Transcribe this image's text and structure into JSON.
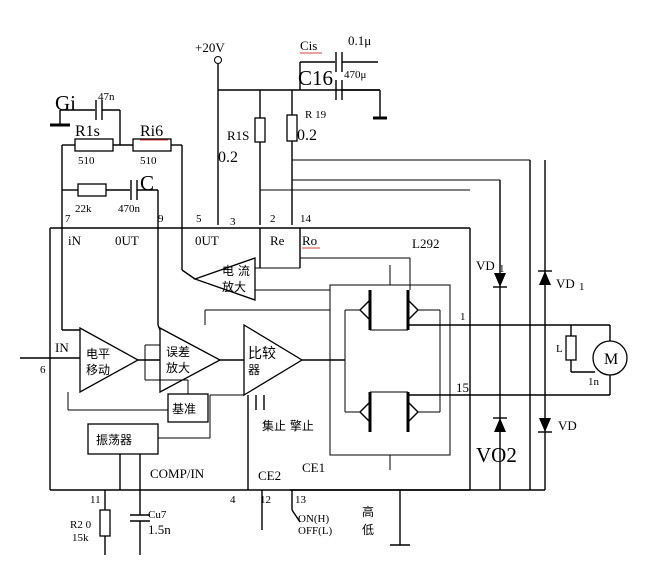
{
  "labels": {
    "supply": "+20V",
    "cis": "Cis",
    "cis_val": "0.1μ",
    "c16": "C16",
    "c16_val": "470μ",
    "r19": "R 19",
    "r19_val": "0.2",
    "r18": "R1S",
    "r18_val": "0.2",
    "gi": "Gi",
    "gi_val": "47n",
    "r1s": "R1s",
    "r16": "Ri6",
    "r1s_val": "510",
    "r16_val": "510",
    "c_big": "C",
    "r_22k": "22k",
    "c_470n": "470n",
    "pin7": "7",
    "pin9": "9",
    "pin5": "5",
    "pin3": "3",
    "pin2": "2",
    "pin14": "14",
    "pin_in_txt": "iN",
    "out1": "0UT",
    "out2": "0UT",
    "re": "Re",
    "ro": "Ro",
    "chip": "L292",
    "amp_current_1": "电 流",
    "amp_current_2": "放大",
    "vd1": "VD",
    "vd1_sub": "1",
    "vd_r": "VD",
    "vd_r_sub": "1",
    "pin1": "1",
    "pin15": "15",
    "vd2": "VO2",
    "vd3": "VD",
    "motor": "M",
    "l": "L",
    "ln": "1n",
    "in": "IN",
    "pin6": "6",
    "level_1": "电平",
    "level_2": "移动",
    "err_1": "误差",
    "err_2": "放大",
    "cmp_1": "比较",
    "cmp_2": "器",
    "ref": "基准",
    "osc": "振荡器",
    "stop": "集止 擎止",
    "comp_in": "COMP/IN",
    "ce2": "CE2",
    "ce1": "CE1",
    "pin11": "11",
    "pin4": "4",
    "pin12": "12",
    "pin13": "13",
    "on": "ON(H)",
    "off": "OFF(L)",
    "high": "高",
    "low": "低",
    "r20": "R2 0",
    "r20_val": "15k",
    "c17": "Cu7",
    "c17_val": "1.5n"
  }
}
